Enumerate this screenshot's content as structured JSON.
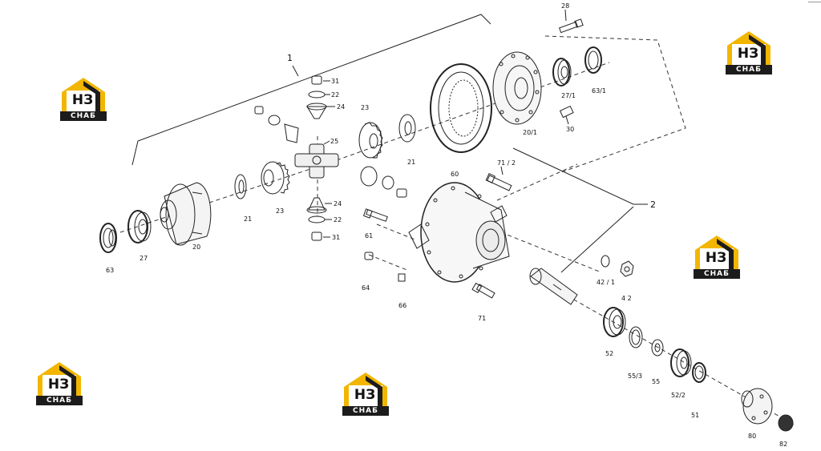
{
  "brand": {
    "logo_mark": "НЗ",
    "logo_band": "СНАБ",
    "accent_color": "#f2b600",
    "dark_color": "#1c1c1c"
  },
  "callouts": {
    "group_1": "1",
    "group_2": "2",
    "p28": "28",
    "p27_1": "27/1",
    "p63_1": "63/1",
    "p20_1": "20/1",
    "p30": "30",
    "p31_top": "31",
    "p22_top": "22",
    "p24_top": "24",
    "p23_top": "23",
    "p25": "25",
    "p21_top": "21",
    "p71_2": "71 / 2",
    "p60": "60",
    "p24_bot": "24",
    "p22_bot": "22",
    "p31_bot": "31",
    "p21_left": "21",
    "p23_left": "23",
    "p20": "20",
    "p27": "27",
    "p63": "63",
    "p61": "61",
    "p64": "64",
    "p66": "66",
    "p71": "71",
    "p42_1": "42 / 1",
    "p42": "4 2",
    "p52": "52",
    "p55_3": "55/3",
    "p55": "55",
    "p52_2": "52/2",
    "p51": "51",
    "p80": "80",
    "p82": "82"
  }
}
